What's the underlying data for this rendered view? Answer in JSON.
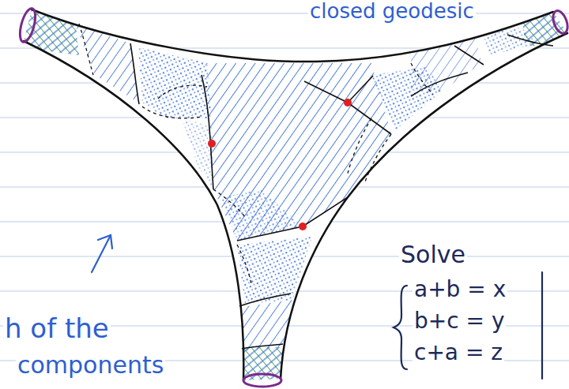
{
  "diagram": {
    "labels": [
      "closed geodesic",
      "h of the",
      "components",
      "Solve",
      "a+b = x",
      "b+c = y",
      "c+a = z"
    ]
  }
}
